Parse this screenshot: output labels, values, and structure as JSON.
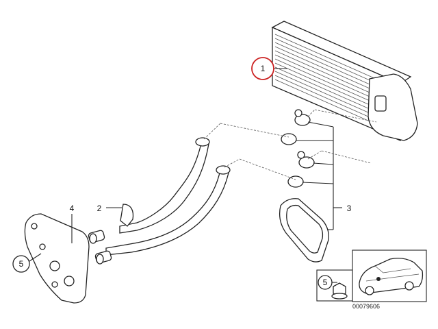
{
  "callouts": {
    "c1": "1",
    "c2": "2",
    "c3": "3",
    "c4": "4",
    "c5a": "5",
    "c5b": "5"
  },
  "diagram_code": "00079606",
  "highlight_color": "#cc2222"
}
